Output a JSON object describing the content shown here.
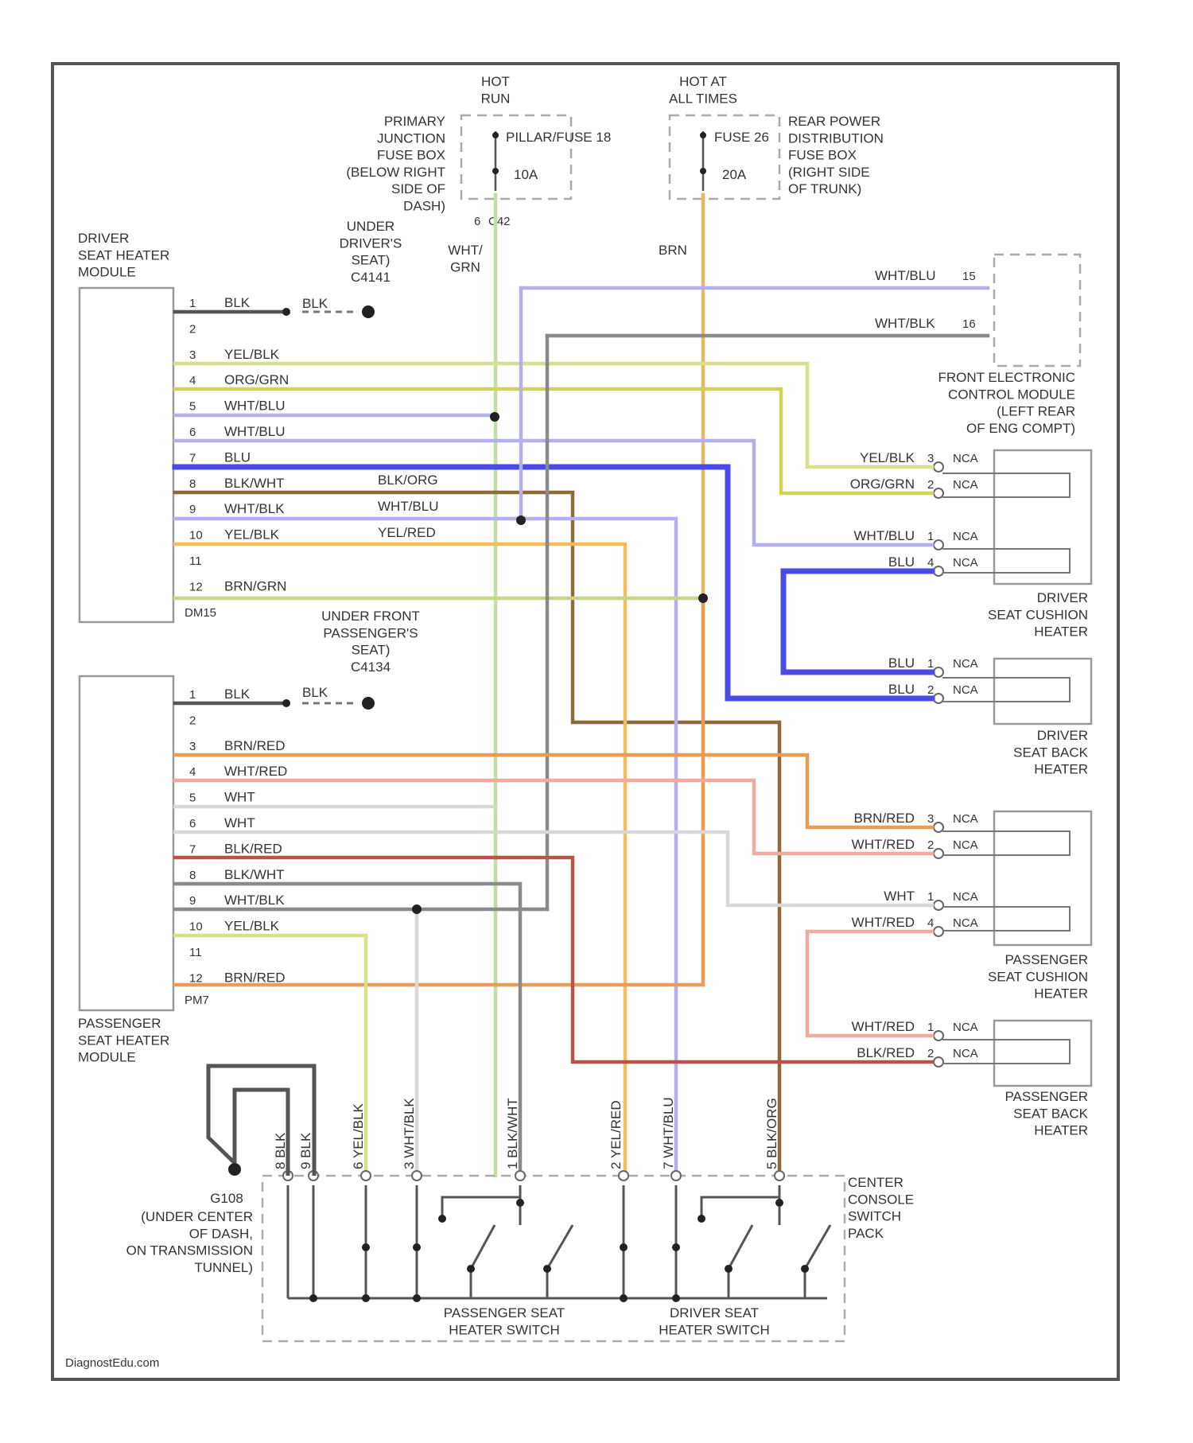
{
  "colors": {
    "BLK": "#555555",
    "GRY": "#8a8a8a",
    "WHT": "#d8d8d8",
    "YEL_BLK": "#d8e08a",
    "ORG_GRN": "#d2d45a",
    "WHT_BLU": "#b4b0ee",
    "BLU": "#4a4ae6",
    "BLK_WHT": "#8a8a8a",
    "BLK_ORG": "#8c6a3c",
    "YEL_RED": "#f1be5a",
    "BRN_ORG": "#c9d68a",
    "BRN_RED": "#ed9a55",
    "WHT_RED": "#f3a8a0",
    "BLK_RED": "#b9524a",
    "LT_GRN": "#bfe0a0",
    "BRN": "#e8b764"
  },
  "power": {
    "hot_run": "HOT\nRUN",
    "hot_all": "HOT AT\nALL TIMES",
    "primary_junction": "PRIMARY\nJUNCTION\nFUSE BOX\n(BELOW RIGHT\nSIDE OF\nDASH)",
    "pillar_fuse": "PILLAR/FUSE 18",
    "fuse_10a": "10A",
    "rear_power": "REAR POWER\nDISTRIBUTION\nFUSE BOX\n(RIGHT SIDE\nOF TRUNK)",
    "fuse_26": "FUSE 26",
    "fuse_20a": "20A",
    "conn_c42": "C42",
    "conn_pin": "6",
    "wire_wht_grn": "WHT/\nGRN",
    "wire_brn": "BRN"
  },
  "driver_module": {
    "title": "DRIVER\nSEAT HEATER\nMODULE",
    "connector": "DM15",
    "under_seat": "UNDER\nDRIVER'S\nSEAT)\nC4141",
    "pins": [
      {
        "n": "1",
        "wire": "BLK"
      },
      {
        "n": "2",
        "wire": ""
      },
      {
        "n": "3",
        "wire": "YEL/BLK"
      },
      {
        "n": "4",
        "wire": "ORG/GRN"
      },
      {
        "n": "5",
        "wire": "WHT/BLU"
      },
      {
        "n": "6",
        "wire": "WHT/BLU"
      },
      {
        "n": "7",
        "wire": "BLU"
      },
      {
        "n": "8",
        "wire": "BLK/WHT"
      },
      {
        "n": "9",
        "wire": "WHT/BLK"
      },
      {
        "n": "10",
        "wire": "YEL/BLK"
      },
      {
        "n": "11",
        "wire": ""
      },
      {
        "n": "12",
        "wire": "BRN/GRN"
      }
    ],
    "mid_labels": [
      "BLK",
      "BLK/ORG",
      "WHT/BLU",
      "YEL/RED"
    ]
  },
  "passenger_module": {
    "title": "PASSENGER\nSEAT HEATER\nMODULE",
    "connector": "PM7",
    "under_seat": "UNDER FRONT\nPASSENGER'S\nSEAT)\nC4134",
    "pins": [
      {
        "n": "1",
        "wire": "BLK"
      },
      {
        "n": "2",
        "wire": ""
      },
      {
        "n": "3",
        "wire": "BRN/RED"
      },
      {
        "n": "4",
        "wire": "WHT/RED"
      },
      {
        "n": "5",
        "wire": "WHT"
      },
      {
        "n": "6",
        "wire": "WHT"
      },
      {
        "n": "7",
        "wire": "BLK/RED"
      },
      {
        "n": "8",
        "wire": "BLK/WHT"
      },
      {
        "n": "9",
        "wire": "WHT/BLK"
      },
      {
        "n": "10",
        "wire": "YEL/BLK"
      },
      {
        "n": "11",
        "wire": ""
      },
      {
        "n": "12",
        "wire": "BRN/RED"
      }
    ],
    "mid_label": "BLK"
  },
  "fecm": {
    "title": "FRONT ELECTRONIC\nCONTROL MODULE\n(LEFT REAR\nOF ENG COMPT)",
    "w1": "WHT/BLU",
    "p1": "15",
    "w2": "WHT/BLK",
    "p2": "16"
  },
  "heaters": {
    "driver_cushion": {
      "title": "DRIVER\nSEAT CUSHION\nHEATER",
      "rows": [
        {
          "w": "YEL/BLK",
          "p": "3",
          "c": "NCA"
        },
        {
          "w": "ORG/GRN",
          "p": "2",
          "c": "NCA"
        },
        {
          "w": "WHT/BLU",
          "p": "1",
          "c": "NCA"
        },
        {
          "w": "BLU",
          "p": "4",
          "c": "NCA"
        }
      ]
    },
    "driver_back": {
      "title": "DRIVER\nSEAT BACK\nHEATER",
      "rows": [
        {
          "w": "BLU",
          "p": "1",
          "c": "NCA"
        },
        {
          "w": "BLU",
          "p": "2",
          "c": "NCA"
        }
      ]
    },
    "pass_cushion": {
      "title": "PASSENGER\nSEAT CUSHION\nHEATER",
      "rows": [
        {
          "w": "BRN/RED",
          "p": "3",
          "c": "NCA"
        },
        {
          "w": "WHT/RED",
          "p": "2",
          "c": "NCA"
        },
        {
          "w": "WHT",
          "p": "1",
          "c": "NCA"
        },
        {
          "w": "WHT/RED",
          "p": "4",
          "c": "NCA"
        }
      ]
    },
    "pass_back": {
      "title": "PASSENGER\nSEAT BACK\nHEATER",
      "rows": [
        {
          "w": "WHT/RED",
          "p": "1",
          "c": "NCA"
        },
        {
          "w": "BLK/RED",
          "p": "2",
          "c": "NCA"
        }
      ]
    }
  },
  "switch_pack": {
    "title": "CENTER\nCONSOLE\nSWITCH\nPACK",
    "pass_switch": "PASSENGER SEAT\nHEATER SWITCH",
    "driver_switch": "DRIVER SEAT\nHEATER SWITCH",
    "pins": [
      "8 BLK",
      "9 BLK",
      "6 YEL/BLK",
      "3 WHT/BLK",
      "1 BLK/WHT",
      "2 YEL/RED",
      "7 WHT/BLU",
      "5 BLK/ORG"
    ]
  },
  "g108": {
    "label": "G108",
    "desc": "(UNDER CENTER\nOF DASH,\nON TRANSMISSION\nTUNNEL)"
  },
  "footer": "DiagnostEdu.com"
}
